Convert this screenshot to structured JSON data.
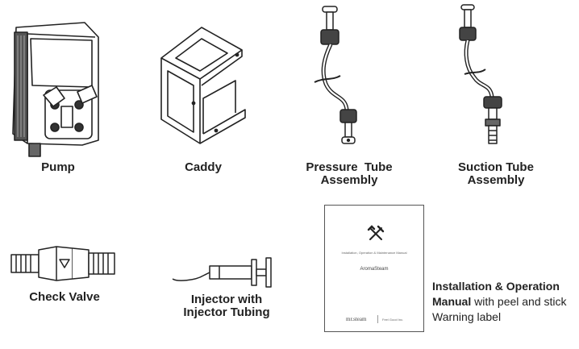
{
  "items": {
    "pump": {
      "label": "Pump"
    },
    "caddy": {
      "label": "Caddy"
    },
    "pressure_tube": {
      "label_line1": "Pressure  Tube",
      "label_line2": "Assembly"
    },
    "suction_tube": {
      "label_line1": "Suction Tube",
      "label_line2": "Assembly"
    },
    "check_valve": {
      "label": "Check Valve"
    },
    "injector": {
      "label_line1": "Injector with",
      "label_line2": "Injector Tubing"
    },
    "manual": {
      "caption_bold_line1": "Installation & Operation",
      "caption_bold_line2": "Manual",
      "caption_rest_line2": " with peel and stick",
      "caption_line3": "Warning label",
      "booklet_subtitle": "Installation, Operation & Maintenance Manual",
      "booklet_product": "AromaSteam",
      "booklet_brand": "mr.steam",
      "booklet_tagline": "Feel Good Inc."
    }
  },
  "icons": [
    "pump-illustration",
    "caddy-illustration",
    "pressure-tube-illustration",
    "suction-tube-illustration",
    "check-valve-illustration",
    "injector-illustration",
    "crossed-tools-icon"
  ]
}
